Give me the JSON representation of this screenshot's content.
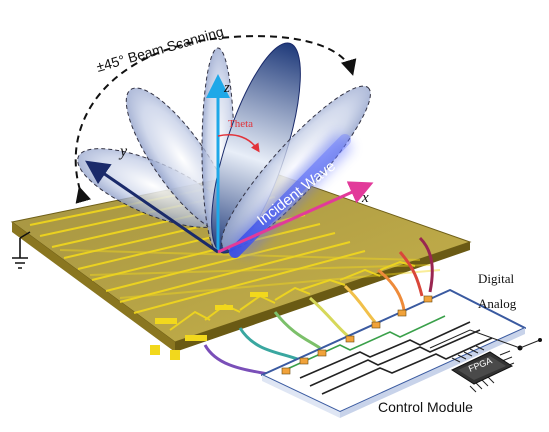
{
  "labels": {
    "beam_scanning": "±45° Beam Scanning",
    "theta": "Theta",
    "axis_z": "z",
    "axis_y": "y",
    "axis_x": "x",
    "incident_wave": "Incident Wave",
    "digital": "Digital",
    "analog": "Analog",
    "fpga": "FPGA",
    "control_module": "Control Module"
  },
  "colors": {
    "board_top": "#b9a43d",
    "board_side": "#7c6a1a",
    "trace": "#f2d81c",
    "lobe": "#8ea2cc",
    "lobe_center": "#2e4a8c",
    "z_axis": "#1ea8e8",
    "y_axis": "#1a2a6a",
    "x_axis": "#e23a9a",
    "incident_wave": "#3b4fe8",
    "theta": "#e2333a",
    "module_border": "#3a5aa0",
    "digital_line": "#3aa04a"
  },
  "icons": [
    "ground-icon",
    "fpga-chip-icon"
  ]
}
